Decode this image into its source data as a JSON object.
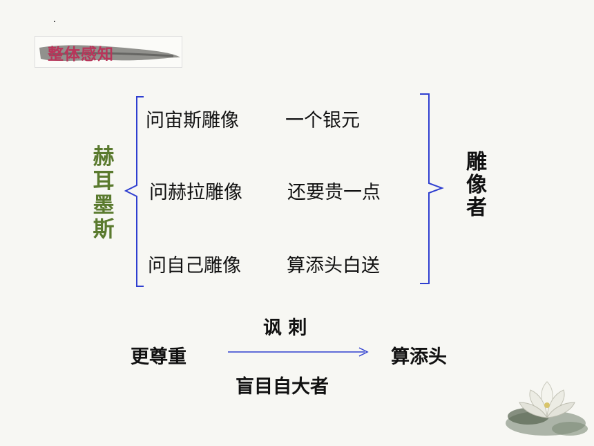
{
  "header": {
    "title": "整体感知"
  },
  "left_label": [
    "赫",
    "耳",
    "墨",
    "斯"
  ],
  "right_label": [
    "雕",
    "像",
    "者"
  ],
  "rows": [
    {
      "a": "问宙斯雕像",
      "b": "一个银元"
    },
    {
      "a": "问赫拉雕像",
      "b": "还要贵一点"
    },
    {
      "a": "问自己雕像",
      "b": "算添头白送"
    }
  ],
  "bottom": {
    "left": "更尊重",
    "top": "讽  刺",
    "right": "算添头",
    "under": "盲目自大者"
  },
  "colors": {
    "accent_green": "#5a7a2e",
    "bracket_blue": "#2f3fd0",
    "title_red": "#b9355a"
  },
  "icons": [
    "ink-brush-stroke",
    "lotus-flower"
  ]
}
